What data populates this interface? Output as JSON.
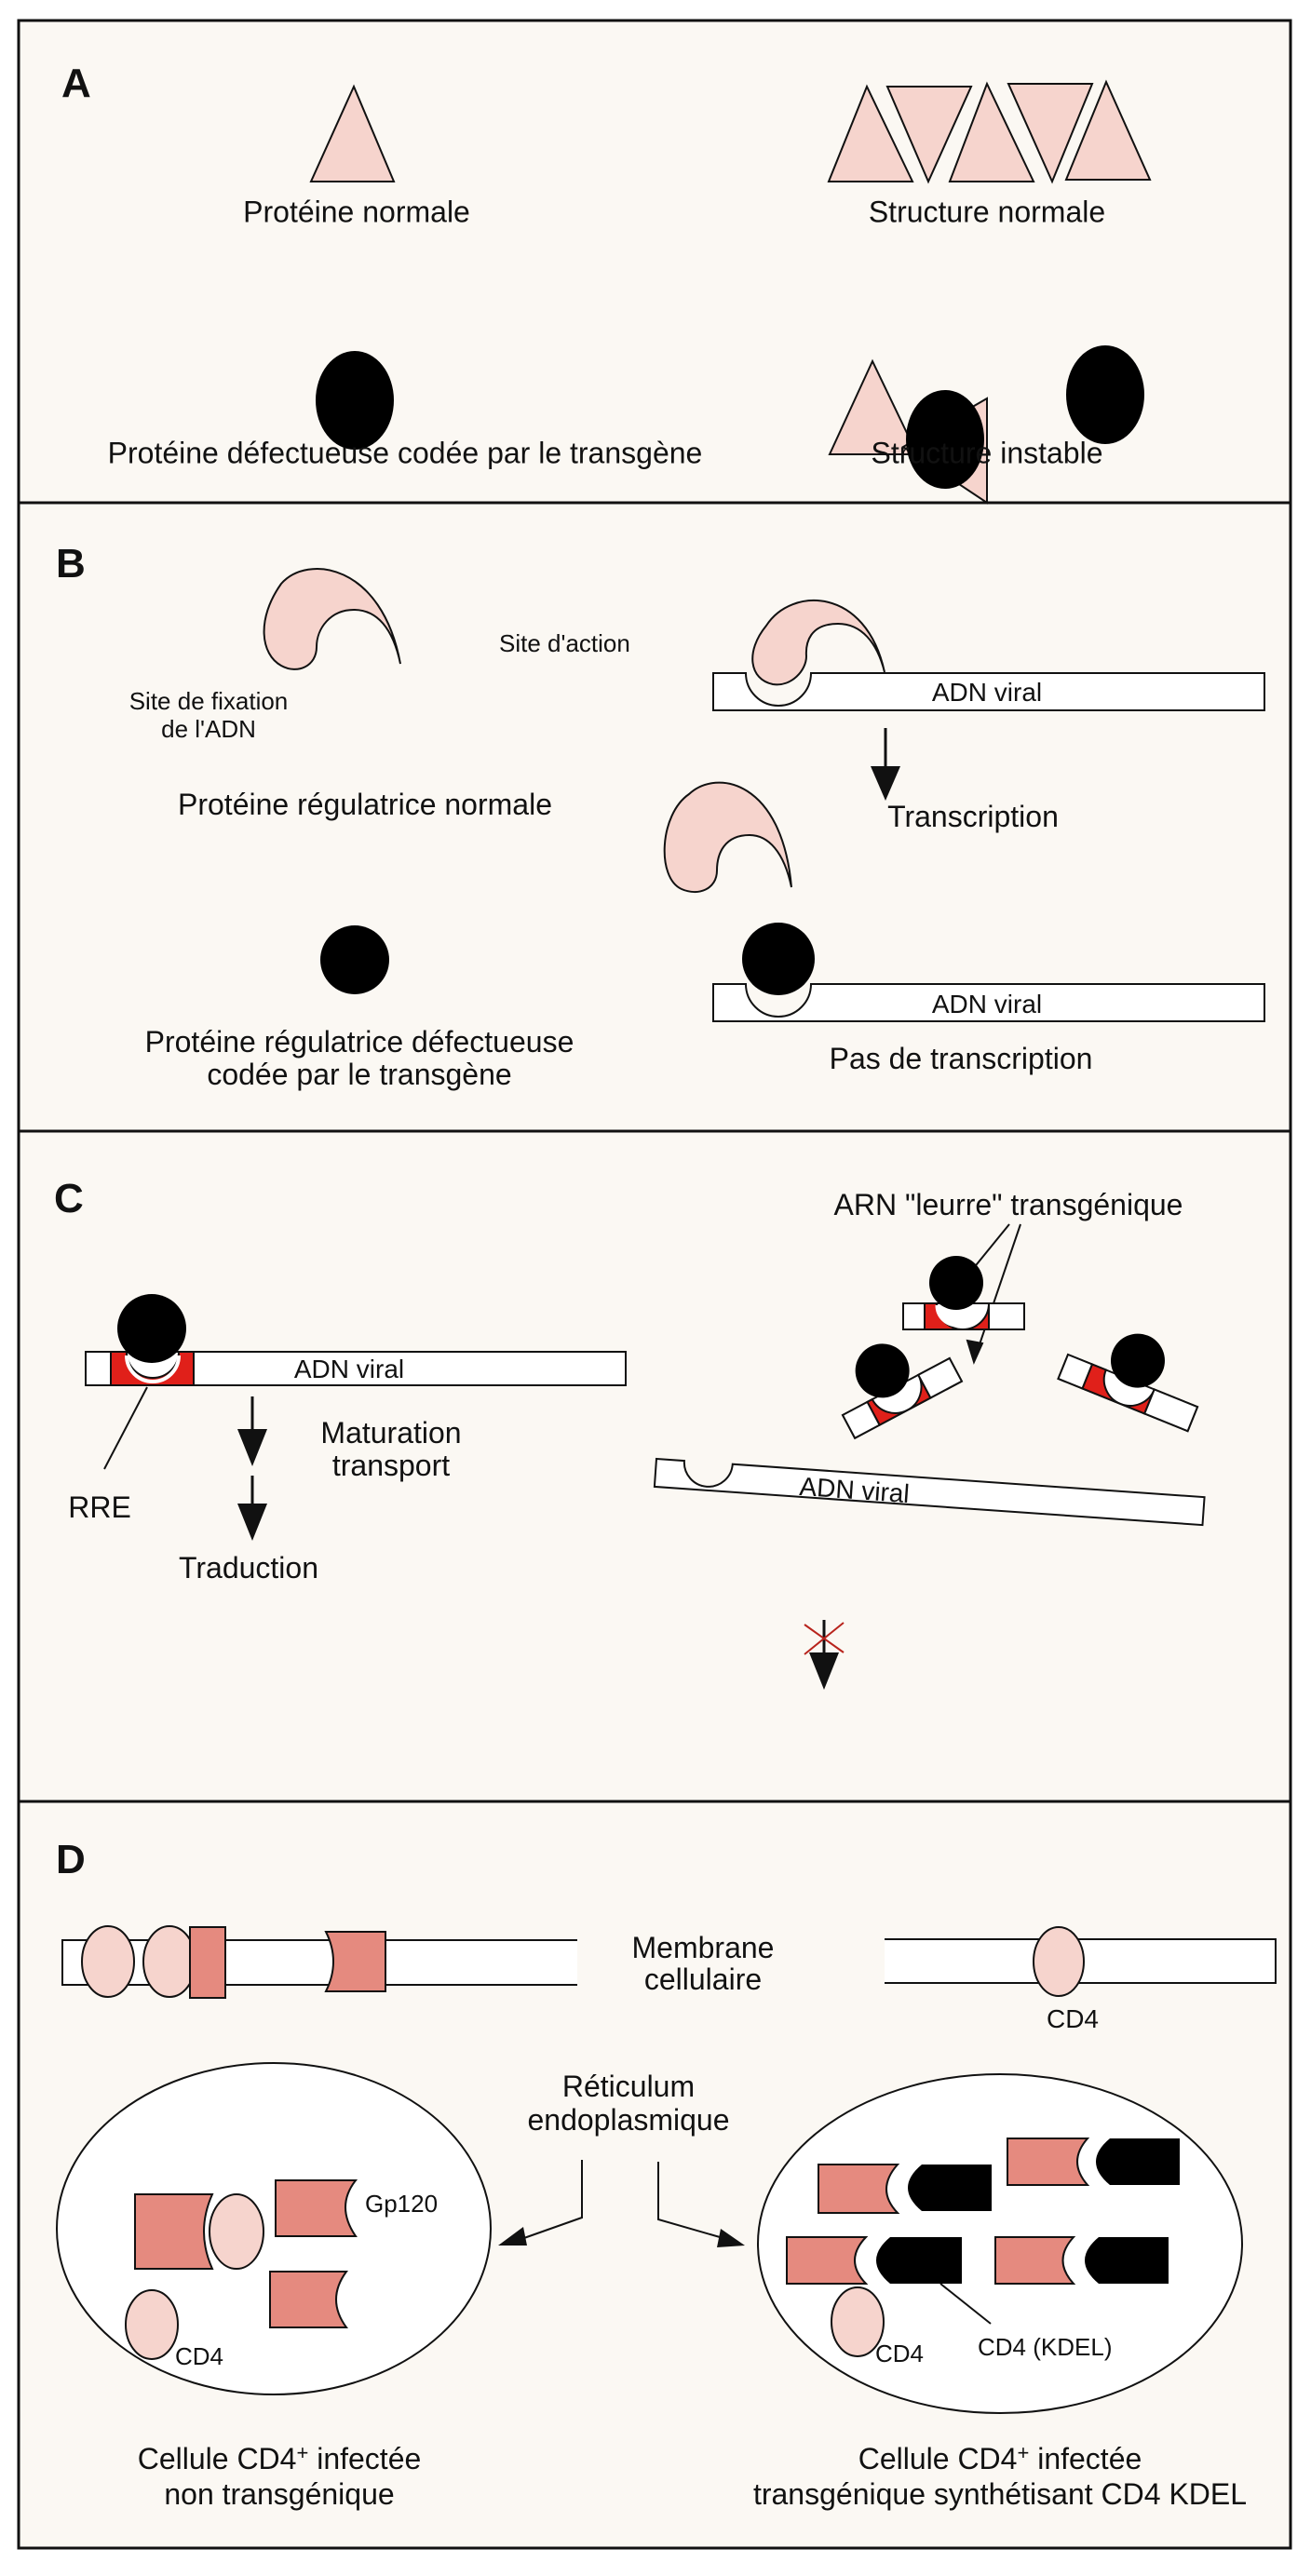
{
  "colors": {
    "panel_bg": "#fbf8f3",
    "pink_light": "#f6d4cd",
    "pink_salmon": "#e58a7f",
    "rre_red": "#e0201a",
    "black": "#000000",
    "cross_red": "#b8231c"
  },
  "panels": {
    "A": {
      "letter": "A",
      "normal_protein": "Protéine normale",
      "normal_structure": "Structure normale",
      "defective_protein": "Protéine défectueuse codée par le transgène",
      "unstable_structure": "Structure instable"
    },
    "B": {
      "letter": "B",
      "action_site": "Site d'action",
      "binding_site_line1": "Site de fixation",
      "binding_site_line2": "de l'ADN",
      "normal_regulator": "Protéine régulatrice normale",
      "defective_regulator_line1": "Protéine régulatrice défectueuse",
      "defective_regulator_line2": "codée par le transgène",
      "dna_label_top": "ADN viral",
      "transcription": "Transcription",
      "dna_label_bottom": "ADN viral",
      "no_transcription": "Pas de transcription"
    },
    "C": {
      "letter": "C",
      "dna_label_left": "ADN viral",
      "rre": "RRE",
      "maturation_line1": "Maturation",
      "maturation_line2": "transport",
      "translation": "Traduction",
      "decoy_rna": "ARN \"leurre\" transgénique",
      "dna_label_right": "ADN viral"
    },
    "D": {
      "letter": "D",
      "membrane_line1": "Membrane",
      "membrane_line2": "cellulaire",
      "cd4_membrane": "CD4",
      "er_line1": "Réticulum",
      "er_line2": "endoplasmique",
      "gp120": "Gp120",
      "cd4_left": "CD4",
      "cd4_right": "CD4",
      "cd4_kdel": "CD4 (KDEL)",
      "left_caption_line1_pre": "Cellule CD4",
      "left_caption_sup": "+",
      "left_caption_line1_post": " infectée",
      "left_caption_line2": "non transgénique",
      "right_caption_line1_pre": "Cellule CD4",
      "right_caption_sup": "+",
      "right_caption_line1_post": " infectée",
      "right_caption_line2": "transgénique synthétisant CD4 KDEL"
    }
  }
}
